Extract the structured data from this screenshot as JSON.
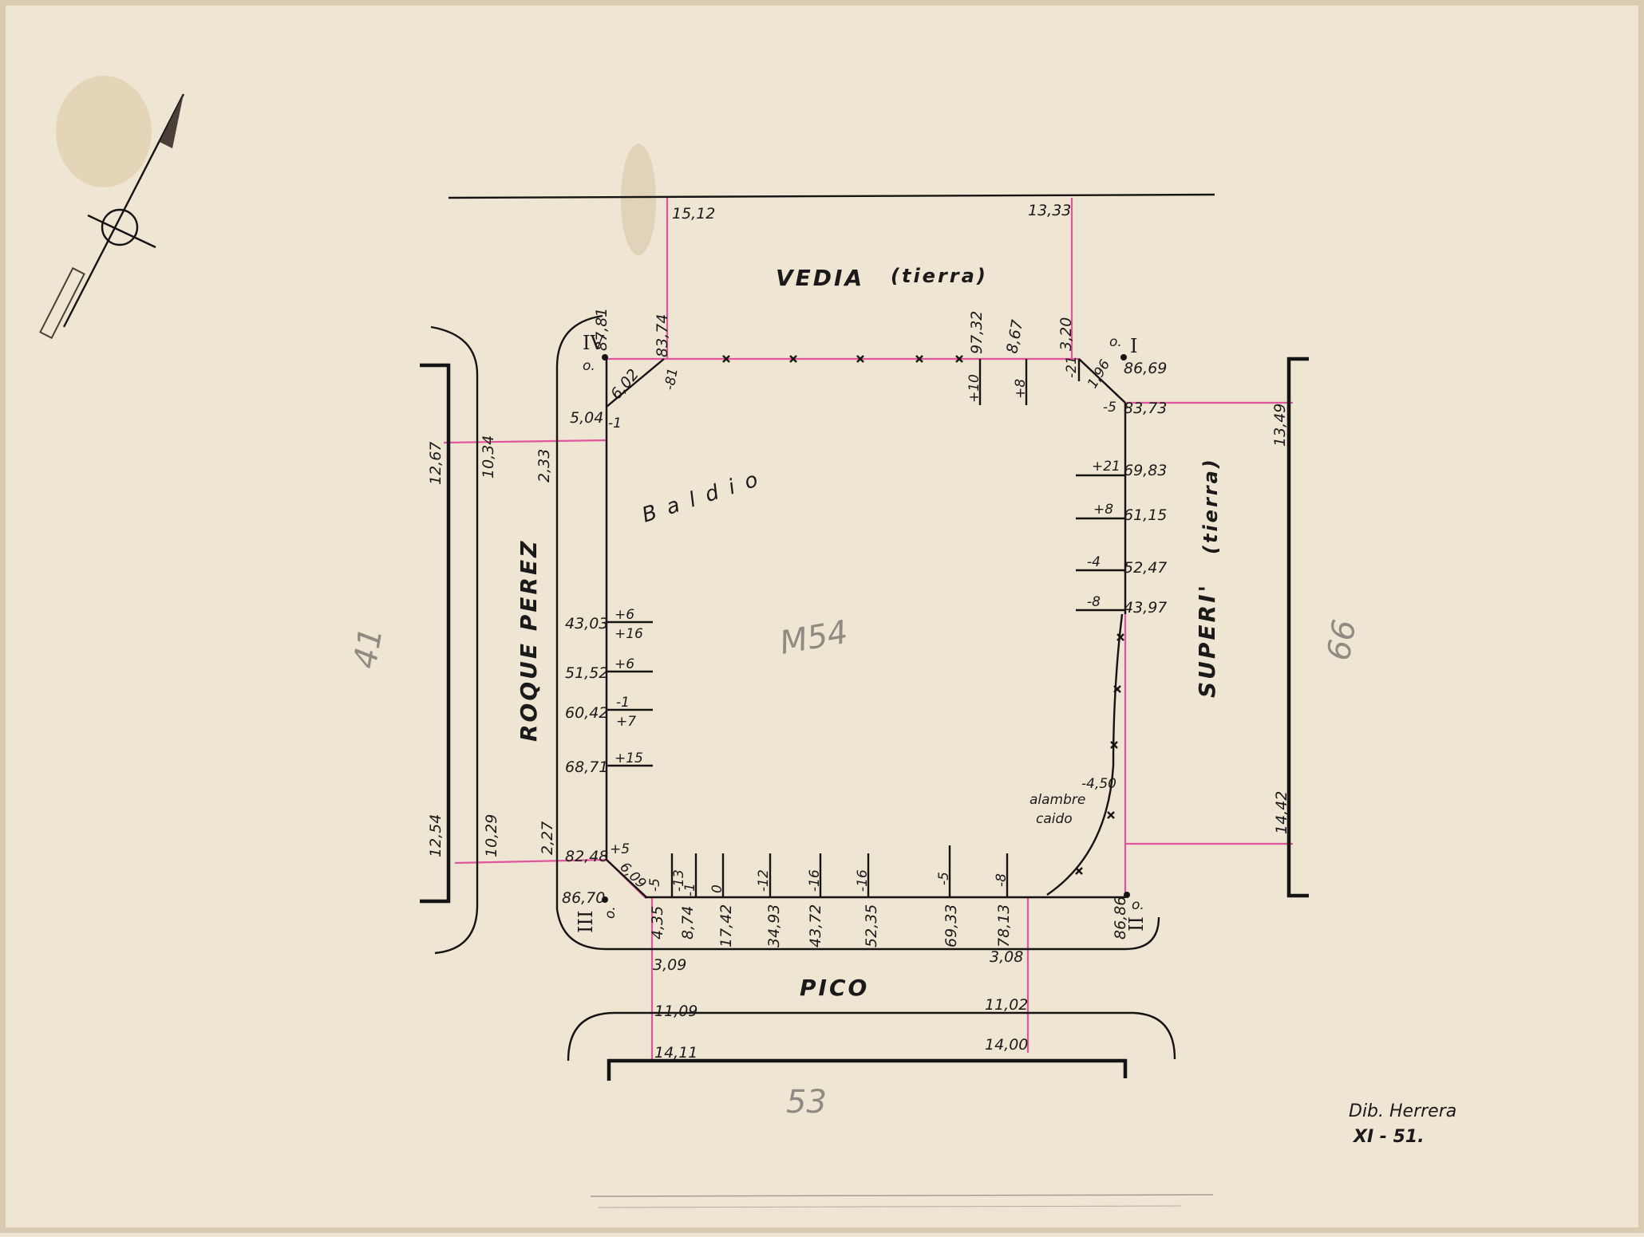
{
  "streets": {
    "top": {
      "name": "VEDIA",
      "surface": "(tierra)"
    },
    "left": {
      "name": "ROQUE PEREZ"
    },
    "right": {
      "name": "SUPERI'",
      "surface": "(tierra)"
    },
    "bottom": {
      "name": "PICO"
    }
  },
  "lot_label": "Baldio",
  "block_number": "M54",
  "neighbor_blocks": {
    "left": "41",
    "right": "66",
    "bottom": "53"
  },
  "corners": {
    "I": "I",
    "II": "II",
    "III": "III",
    "IV": "IV"
  },
  "corner_origin_marks": {
    "I": "o.",
    "II": "o.",
    "III": "o.",
    "IV": "o."
  },
  "top_values": {
    "ref_left": "15,12",
    "ref_right": "13,33",
    "c4_elev": "87,81",
    "c4_near": "83,74",
    "diag": "6,02",
    "diag_off": "-81",
    "pts": [
      "97,32",
      "8,67",
      "3,20"
    ],
    "offs": [
      "+10",
      "+8",
      "-21"
    ]
  },
  "right_values": {
    "c1_elev": "86,69",
    "c1_near": "83,73",
    "c1_diag": "1,96",
    "c1_off": "-5",
    "ref_top": "13,49",
    "ref_bottom": "14,42",
    "stations": [
      "69,83",
      "61,15",
      "52,47",
      "43,97"
    ],
    "offs": [
      "+21",
      "+8",
      "-4",
      "-8"
    ],
    "wire_off": "-4,50",
    "wire_note_1": "alambre",
    "wire_note_2": "caido"
  },
  "left_values": {
    "outer_top": "12,67",
    "mid_top": "10,34",
    "inner_top": "2,33",
    "outer_bottom": "12,54",
    "mid_bottom": "10,29",
    "inner_bottom": "2,27",
    "c4_side": "5,04",
    "c4_side_off": "-1",
    "stations": [
      "43,03",
      "51,52",
      "60,42",
      "68,71",
      "82,48"
    ],
    "offs_a": [
      "+6",
      "+6",
      "-1",
      "+15",
      "+5"
    ],
    "offs_b": [
      "+16",
      "",
      "+7",
      "",
      ""
    ],
    "c3_elev": "86,70",
    "c3_diag": "6,09"
  },
  "bottom_values": {
    "stations": [
      "4,35",
      "8,74",
      "17,42",
      "34,93",
      "43,72",
      "52,35",
      "69,33",
      "78,13",
      "86,86"
    ],
    "offs": [
      "-5",
      "-13",
      "-1",
      "0",
      "-12",
      "-16",
      "-16",
      "-5",
      "-8"
    ],
    "ref_left_top": "3,09",
    "ref_right_top": "3,08",
    "ref_left_mid": "11,09",
    "ref_right_mid": "11,02",
    "ref_left_bot": "14,11",
    "ref_right_bot": "14,00"
  },
  "signature": {
    "name": "Dib. Herrera",
    "date": "XI - 51."
  }
}
